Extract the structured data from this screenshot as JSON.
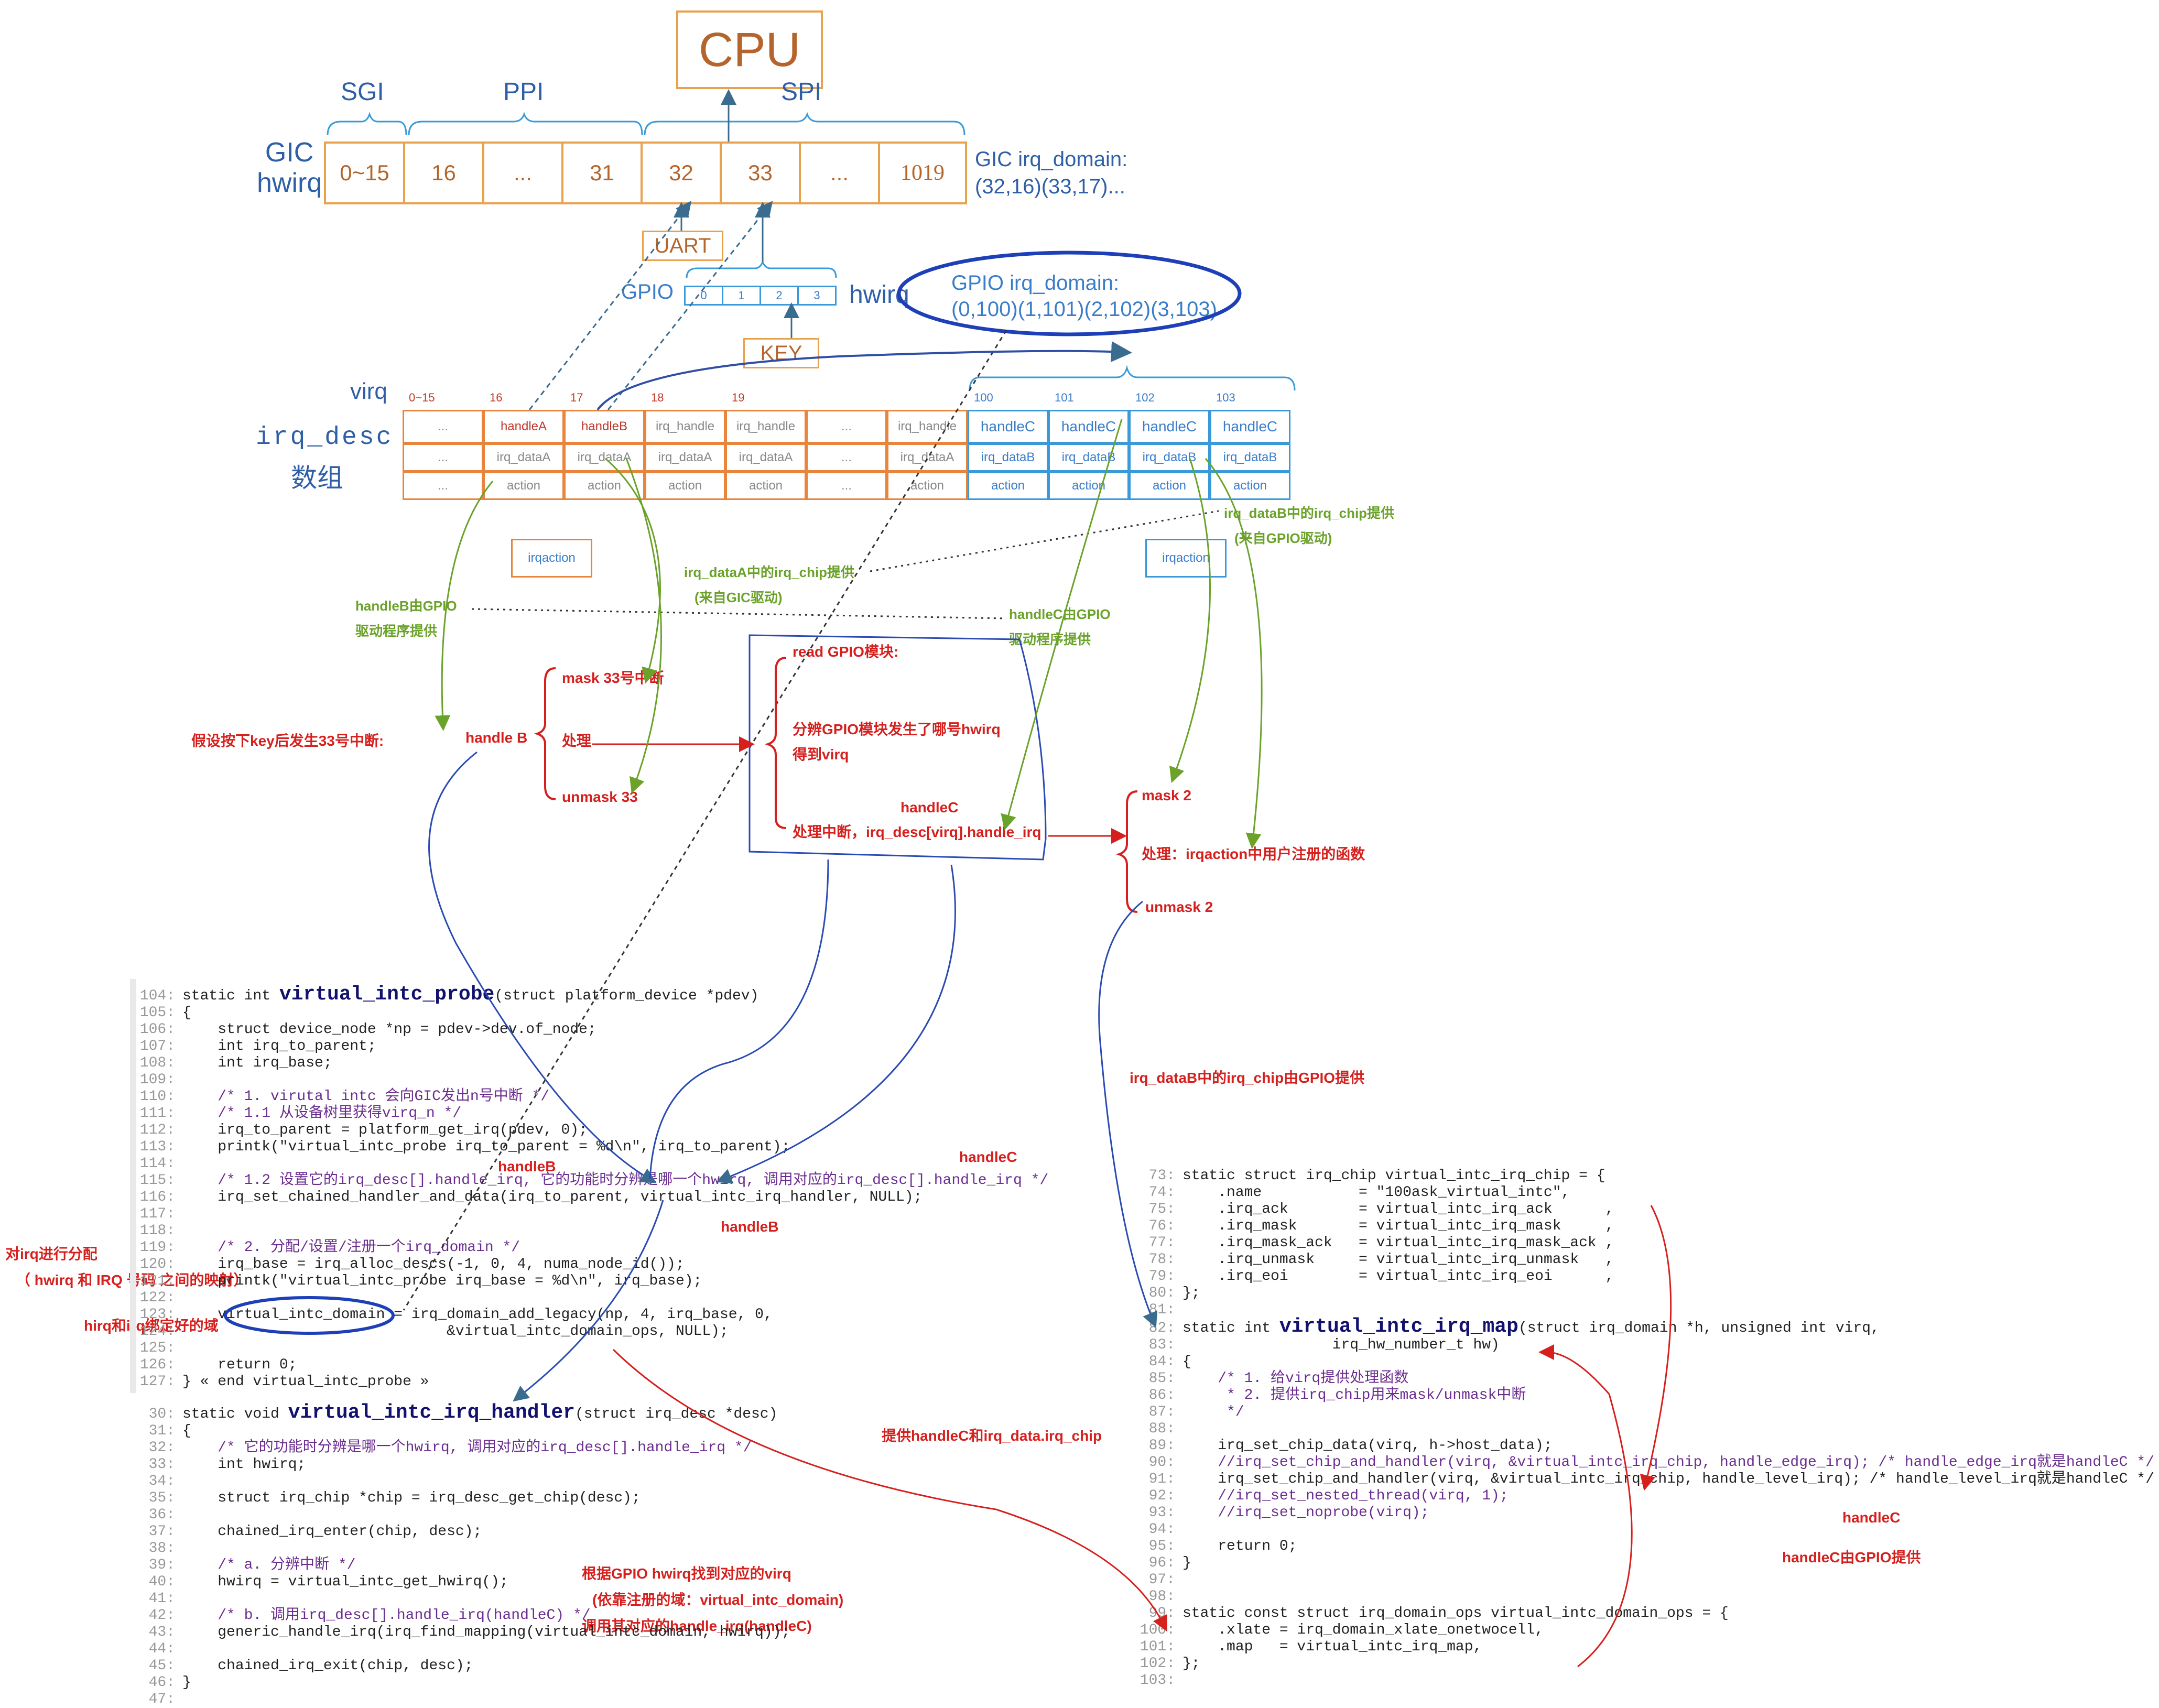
{
  "cpu": "CPU",
  "gic": {
    "group_sgi": "SGI",
    "group_ppi": "PPI",
    "group_spi": "SPI",
    "label": "GIC\nhwirq",
    "cells": [
      "0~15",
      "16",
      "...",
      "31",
      "32",
      "33",
      "...",
      "1019"
    ],
    "domain_line1": "GIC irq_domain:",
    "domain_line2": "(32,16)(33,17)..."
  },
  "uart": "UART",
  "gpio": {
    "label": "GPIO",
    "cells": [
      "0",
      "1",
      "2",
      "3"
    ],
    "hwirq": "hwirq",
    "domain_line1": "GPIO irq_domain:",
    "domain_line2": "(0,100)(1,101)(2,102)(3,103)"
  },
  "key": "KEY",
  "virq_label": "virq",
  "irq_desc_label": "irq_desc",
  "irq_desc_label2": "数组",
  "irq_desc": {
    "indices": [
      "0~15",
      "16",
      "17",
      "18",
      "19",
      "",
      "",
      "100",
      "101",
      "102",
      "103"
    ],
    "row1": [
      "...",
      "handleA",
      "handleB",
      "irq_handle",
      "irq_handle",
      "...",
      "irq_handle",
      "handleC",
      "handleC",
      "handleC",
      "handleC"
    ],
    "row2": [
      "...",
      "irq_dataA",
      "irq_dataA",
      "irq_dataA",
      "irq_dataA",
      "...",
      "irq_dataA",
      "irq_dataB",
      "irq_dataB",
      "irq_dataB",
      "irq_dataB"
    ],
    "row3": [
      "...",
      "action",
      "action",
      "action",
      "action",
      "...",
      "action",
      "action",
      "action",
      "action",
      "action"
    ]
  },
  "irqaction1": "irqaction",
  "irqaction2": "irqaction",
  "notes": {
    "irq_dataB_chip": "irq_dataB中的irq_chip提供",
    "from_gpio": "(来自GPIO驱动)",
    "irq_dataA_chip": "irq_dataA中的irq_chip提供",
    "from_gic": "(来自GIC驱动)",
    "handleB_by_gpio": "handleB由GPIO",
    "driver_provided": "驱动程序提供",
    "handleC_by_gpio": "handleC由GPIO",
    "driver_provided2": "驱动程序提供",
    "assume_key": "假设按下key后发生33号中断:",
    "handle_b": "handle B",
    "mask33": "mask 33号中断",
    "process": "处理",
    "unmask33": "unmask 33",
    "read_gpio": "read GPIO模块:",
    "distinguish": "分辨GPIO模块发生了哪号hwirq",
    "get_virq": "得到virq",
    "handleC_top": "handleC",
    "process_irq": "处理中断，irq_desc[virq].handle_irq",
    "mask2": "mask 2",
    "process_action": "处理：irqaction中用户注册的函数",
    "unmask2": "unmask 2",
    "irq_dataB_gpio": "irq_dataB中的irq_chip由GPIO提供",
    "handleC_code": "handleC",
    "handleB_code_top": "handleB",
    "handleB_code": "handleB",
    "alloc_irq": "对irq进行分配",
    "alloc_irq2": "（ hwirq 和 IRQ 号码 之间的映射）",
    "bound_domain": "hirq和irq绑定好的域",
    "provide_handleC": "提供handleC和irq_data.irq_chip",
    "find_virq": "根据GPIO hwirq找到对应的virq",
    "find_virq2": "(依靠注册的域：virtual_intc_domain)",
    "call_handle": "调用其对应的handle_irq(handleC)",
    "handleC_right": "handleC",
    "handleC_gpio": "handleC由GPIO提供"
  },
  "code_left": [
    {
      "n": "104:",
      "t": "static int ",
      "f": "virtual_intc_probe",
      "r": "(struct platform_device *pdev)"
    },
    {
      "n": "105:",
      "t": "{"
    },
    {
      "n": "106:",
      "t": "    struct device_node *np = pdev->dev.of_node;"
    },
    {
      "n": "107:",
      "t": "    int irq_to_parent;"
    },
    {
      "n": "108:",
      "t": "    int irq_base;"
    },
    {
      "n": "109:",
      "t": ""
    },
    {
      "n": "110:",
      "t": "    /* 1. virutal intc 会向GIC发出n号中断 */"
    },
    {
      "n": "111:",
      "t": "    /* 1.1 从设备树里获得virq_n */"
    },
    {
      "n": "112:",
      "t": "    irq_to_parent = platform_get_irq(pdev, 0);"
    },
    {
      "n": "113:",
      "t": "    printk(\"virtual_intc_probe irq_to_parent = %d\\n\", irq_to_parent);"
    },
    {
      "n": "114:",
      "t": ""
    },
    {
      "n": "115:",
      "t": "    /* 1.2 设置它的irq_desc[].handle_irq, 它的功能时分辨是哪一个hwirq, 调用对应的irq_desc[].handle_irq */"
    },
    {
      "n": "116:",
      "t": "    irq_set_chained_handler_and_data(irq_to_parent, virtual_intc_irq_handler, NULL);"
    },
    {
      "n": "117:",
      "t": ""
    },
    {
      "n": "118:",
      "t": ""
    },
    {
      "n": "119:",
      "t": "    /* 2. 分配/设置/注册一个irq_domain */"
    },
    {
      "n": "120:",
      "t": "    irq_base = irq_alloc_descs(-1, 0, 4, numa_node_id());"
    },
    {
      "n": "121:",
      "t": "    printk(\"virtual_intc_probe irq_base = %d\\n\", irq_base);"
    },
    {
      "n": "122:",
      "t": ""
    },
    {
      "n": "123:",
      "t": "    virtual_intc_domain = irq_domain_add_legacy(np, 4, irq_base, 0,"
    },
    {
      "n": "124:",
      "t": "                              &virtual_intc_domain_ops, NULL);"
    },
    {
      "n": "125:",
      "t": ""
    },
    {
      "n": "126:",
      "t": "    return 0;"
    },
    {
      "n": "127:",
      "t": "} « end virtual_intc_probe »"
    }
  ],
  "code_handler": [
    {
      "n": "30:",
      "t": "static void ",
      "f": "virtual_intc_irq_handler",
      "r": "(struct irq_desc *desc)"
    },
    {
      "n": "31:",
      "t": "{"
    },
    {
      "n": "32:",
      "t": "    /* 它的功能时分辨是哪一个hwirq, 调用对应的irq_desc[].handle_irq */"
    },
    {
      "n": "33:",
      "t": "    int hwirq;"
    },
    {
      "n": "34:",
      "t": ""
    },
    {
      "n": "35:",
      "t": "    struct irq_chip *chip = irq_desc_get_chip(desc);"
    },
    {
      "n": "36:",
      "t": ""
    },
    {
      "n": "37:",
      "t": "    chained_irq_enter(chip, desc);"
    },
    {
      "n": "38:",
      "t": ""
    },
    {
      "n": "39:",
      "t": "    /* a. 分辨中断 */"
    },
    {
      "n": "40:",
      "t": "    hwirq = virtual_intc_get_hwirq();"
    },
    {
      "n": "41:",
      "t": ""
    },
    {
      "n": "42:",
      "t": "    /* b. 调用irq_desc[].handle_irq(handleC) */"
    },
    {
      "n": "43:",
      "t": "    generic_handle_irq(irq_find_mapping(virtual_intc_domain, hwirq));"
    },
    {
      "n": "44:",
      "t": ""
    },
    {
      "n": "45:",
      "t": "    chained_irq_exit(chip, desc);"
    },
    {
      "n": "46:",
      "t": "}"
    },
    {
      "n": "47:",
      "t": ""
    }
  ],
  "code_right": [
    {
      "n": "73:",
      "t": "static struct irq_chip virtual_intc_irq_chip = {"
    },
    {
      "n": "74:",
      "t": "    .name           = \"100ask_virtual_intc\","
    },
    {
      "n": "75:",
      "t": "    .irq_ack        = virtual_intc_irq_ack      ,"
    },
    {
      "n": "76:",
      "t": "    .irq_mask       = virtual_intc_irq_mask     ,"
    },
    {
      "n": "77:",
      "t": "    .irq_mask_ack   = virtual_intc_irq_mask_ack ,"
    },
    {
      "n": "78:",
      "t": "    .irq_unmask     = virtual_intc_irq_unmask   ,"
    },
    {
      "n": "79:",
      "t": "    .irq_eoi        = virtual_intc_irq_eoi      ,"
    },
    {
      "n": "80:",
      "t": "};"
    },
    {
      "n": "81:",
      "t": ""
    },
    {
      "n": "82:",
      "t": "static int ",
      "f": "virtual_intc_irq_map",
      "r": "(struct irq_domain *h, unsigned int virq,"
    },
    {
      "n": "83:",
      "t": "                 irq_hw_number_t hw)"
    },
    {
      "n": "84:",
      "t": "{"
    },
    {
      "n": "85:",
      "t": "    /* 1. 给virq提供处理函数"
    },
    {
      "n": "86:",
      "t": "     * 2. 提供irq_chip用来mask/unmask中断"
    },
    {
      "n": "87:",
      "t": "     */"
    },
    {
      "n": "88:",
      "t": ""
    },
    {
      "n": "89:",
      "t": "    irq_set_chip_data(virq, h->host_data);"
    },
    {
      "n": "90:",
      "t": "    //irq_set_chip_and_handler(virq, &virtual_intc_irq_chip, handle_edge_irq); /* handle_edge_irq就是handleC */"
    },
    {
      "n": "91:",
      "t": "    irq_set_chip_and_handler(virq, &virtual_intc_irq_chip, handle_level_irq); /* handle_level_irq就是handleC */"
    },
    {
      "n": "92:",
      "t": "    //irq_set_nested_thread(virq, 1);"
    },
    {
      "n": "93:",
      "t": "    //irq_set_noprobe(virq);"
    },
    {
      "n": "94:",
      "t": ""
    },
    {
      "n": "95:",
      "t": "    return 0;"
    },
    {
      "n": "96:",
      "t": "}"
    },
    {
      "n": "97:",
      "t": ""
    },
    {
      "n": "98:",
      "t": ""
    },
    {
      "n": "99:",
      "t": "static const struct irq_domain_ops virtual_intc_domain_ops = {"
    },
    {
      "n": "100:",
      "t": "    .xlate = irq_domain_xlate_onetwocell,"
    },
    {
      "n": "101:",
      "t": "    .map   = virtual_intc_irq_map,"
    },
    {
      "n": "102:",
      "t": "};"
    },
    {
      "n": "103:",
      "t": ""
    }
  ]
}
